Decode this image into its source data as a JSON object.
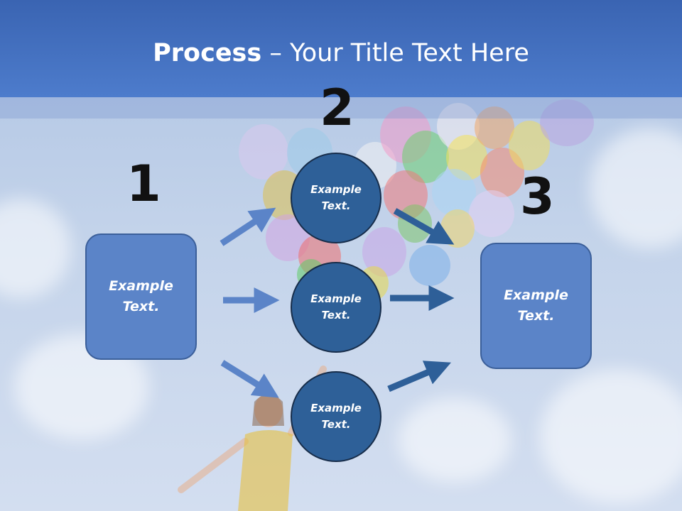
{
  "title": {
    "bold": "Process",
    "rest": " – Your Title Text Here"
  },
  "step_numbers": [
    "1",
    "2",
    "3"
  ],
  "boxes": {
    "left": "Example Text.",
    "right": "Example Text."
  },
  "circles": [
    "Example Text.",
    "Example Text.",
    "Example Text."
  ],
  "colors": {
    "title_bar": "#4d7ccc",
    "box_fill": "#5b84c8",
    "circle_fill": "#2e6098",
    "arrow_light": "#5b84c8",
    "arrow_dark": "#2e5f98"
  },
  "icons": [
    "arrow-right-icon",
    "arrow-up-right-icon",
    "arrow-down-right-icon"
  ]
}
